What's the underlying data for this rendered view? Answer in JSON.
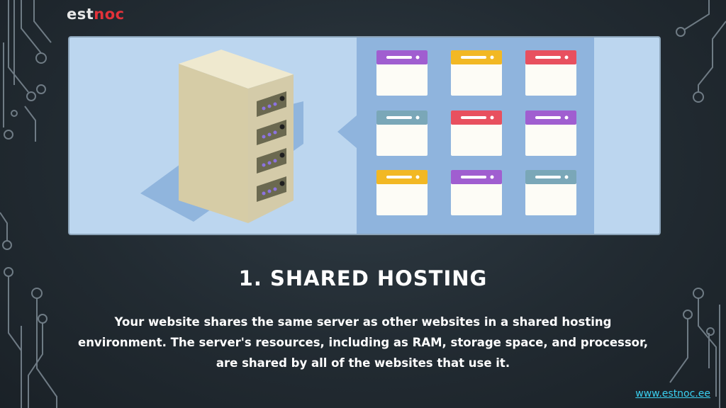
{
  "logo": {
    "part1": "est",
    "part2": "noc"
  },
  "slide": {
    "title": "1. SHARED HOSTING",
    "paragraph": "Your website shares the same server as other websites in a shared hosting environment. The server's resources, including as RAM, storage space, and processor, are shared by all of the websites that use it.",
    "footer_link": "www.estnoc.ee"
  },
  "illustration": {
    "server_icon": "server-tower-icon",
    "website_icon": "browser-window-icon",
    "window_colors": [
      "#a05ed0",
      "#f2b824",
      "#e8505f",
      "#7aa7b8",
      "#e8505f",
      "#a05ed0",
      "#f2b824",
      "#a05ed0",
      "#7aa7b8"
    ]
  },
  "colors": {
    "background": "#222b32",
    "accent_red": "#e2323a",
    "link": "#3ad0f0",
    "panel_light": "#bcd6ef",
    "panel_dark": "#8fb4dd"
  }
}
